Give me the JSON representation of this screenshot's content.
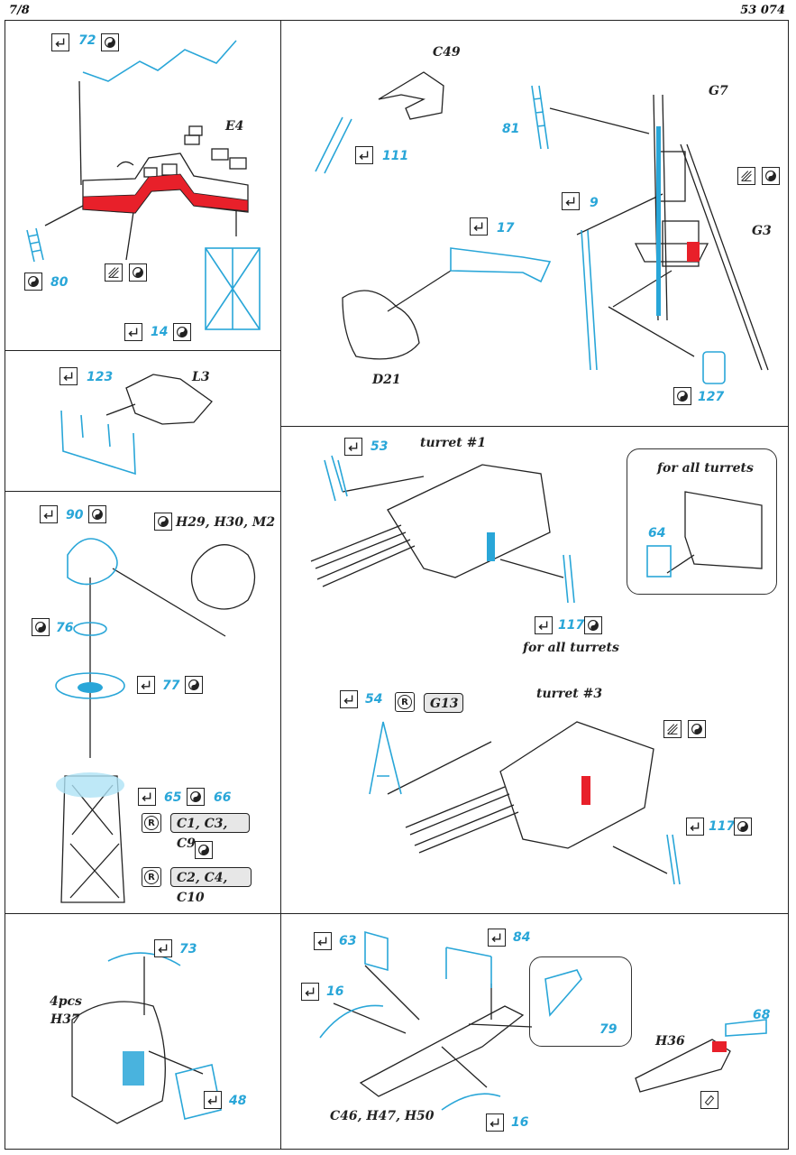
{
  "header": {
    "page": "7/8",
    "code": "53 074"
  },
  "labels": {
    "E4": "E4",
    "C49": "C49",
    "G7": "G7",
    "G3": "G3",
    "D21": "D21",
    "L3": "L3",
    "H29": "H29, H30, M2",
    "turret1": "turret #1",
    "turret3": "turret #3",
    "for_all_turrets_a": "for all turrets",
    "for_all_turrets_b": "for all turrets",
    "pcs": "4pcs",
    "H37": "H37",
    "H36": "H36",
    "C46": "C46, H47, H50"
  },
  "parts": {
    "p72": "72",
    "p80": "80",
    "p14": "14",
    "p81": "81",
    "p111": "111",
    "p17": "17",
    "p9": "9",
    "p127": "127",
    "p123": "123",
    "p53": "53",
    "p64": "64",
    "p117a": "117",
    "p90": "90",
    "p76": "76",
    "p77": "77",
    "p65": "65",
    "p66": "66",
    "p54": "54",
    "p117b": "117",
    "p73": "73",
    "p48": "48",
    "p63": "63",
    "p84": "84",
    "p16a": "16",
    "p79": "79",
    "p68": "68",
    "p16b": "16"
  },
  "refs": {
    "G13": "G13",
    "C1": "C1, C3, C9",
    "C2": "C2, C4, C10"
  },
  "reg_symbol": "R",
  "colors": {
    "etch_blue": "#29a6d8",
    "paint_red": "#e8202a",
    "ink": "#222222",
    "pill_gray": "#e7e7e7"
  },
  "icons": [
    "fold-icon",
    "flip-icon",
    "paint-hatch-icon",
    "resin-ref-icon"
  ]
}
